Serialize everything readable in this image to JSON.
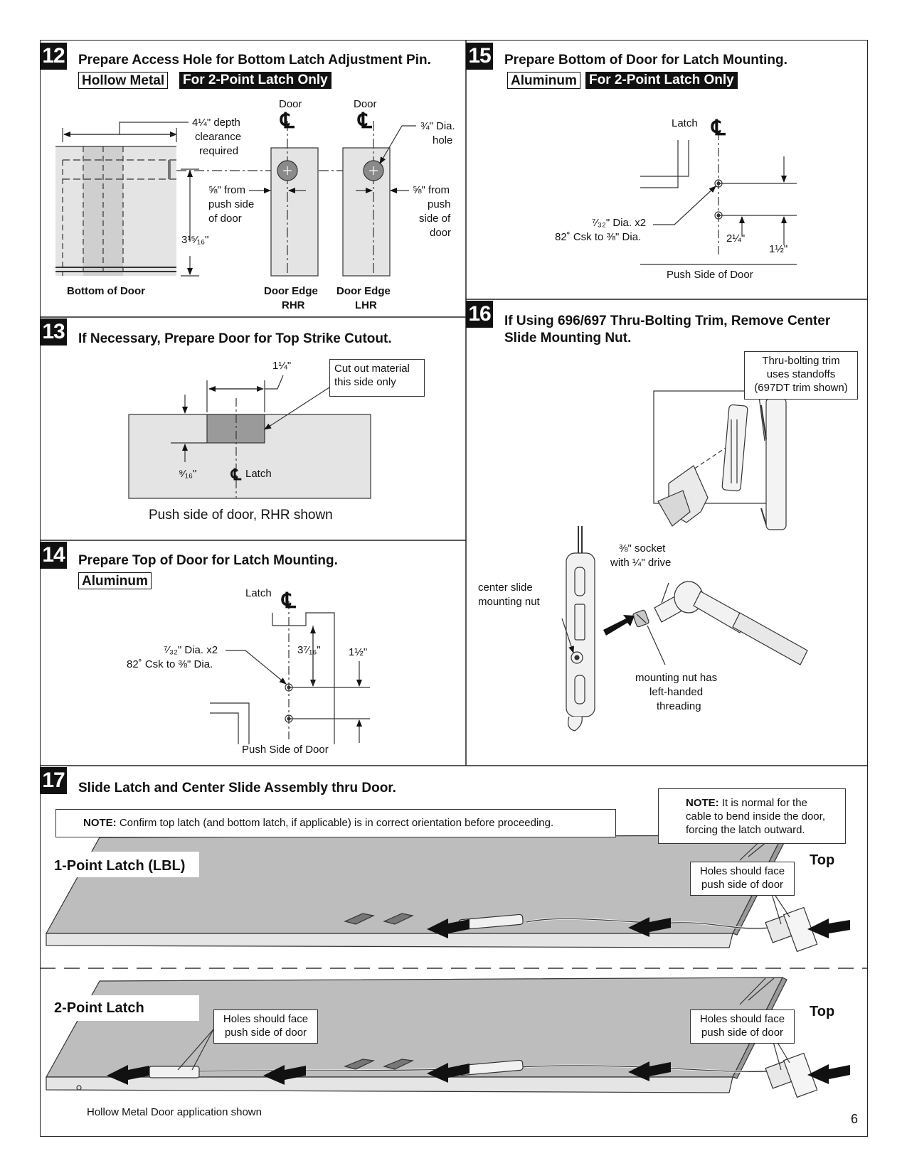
{
  "page_number": "6",
  "s12": {
    "num": "12",
    "title": "Prepare Access Hole for Bottom Latch Adjustment Pin.",
    "tag_outline": "Hollow Metal",
    "tag_filled": "For 2-Point Latch Only",
    "depth_label_1": "4¼\" depth",
    "depth_label_2": "clearance",
    "depth_label_3": "required",
    "height_label": "3¹⁵⁄₁₆\"",
    "door_cl_1": "Door",
    "door_cl_2": "Door",
    "from_push_a_1": "⅝\" from",
    "from_push_a_2": "push side",
    "from_push_a_3": "of door",
    "dia_hole_1": "¾\" Dia.",
    "dia_hole_2": "hole",
    "from_push_b_1": "⅝\" from",
    "from_push_b_2": "push",
    "from_push_b_3": "side of",
    "from_push_b_4": "door",
    "bottom_of_door": "Bottom of Door",
    "edge_rhr_1": "Door Edge",
    "edge_rhr_2": "RHR",
    "edge_lhr_1": "Door Edge",
    "edge_lhr_2": "LHR"
  },
  "s13": {
    "num": "13",
    "title": "If Necessary, Prepare Door for Top Strike Cutout.",
    "width_label": "1¼\"",
    "note_1": "Cut out material",
    "note_2": "this side only",
    "depth_label": "⁹⁄₁₆\"",
    "latch_label": "Latch",
    "caption": "Push side of door, RHR shown"
  },
  "s14": {
    "num": "14",
    "title": "Prepare Top of Door for Latch Mounting.",
    "tag_outline": "Aluminum",
    "latch_label": "Latch",
    "dia_1": "⁷⁄₃₂\" Dia. x2",
    "dia_2": "82˚ Csk to ⅜\" Dia.",
    "dim_a": "3⁷⁄₁₆\"",
    "dim_b": "1½\"",
    "push_side": "Push Side of Door"
  },
  "s15": {
    "num": "15",
    "title": "Prepare Bottom of Door for Latch Mounting.",
    "tag_outline": "Aluminum",
    "tag_filled": "For 2-Point Latch Only",
    "latch_label": "Latch",
    "dia_1": "⁷⁄₃₂\" Dia. x2",
    "dia_2": "82˚ Csk to ⅜\" Dia.",
    "dim_a": "2¼\"",
    "dim_b": "1½\"",
    "push_side": "Push Side of Door"
  },
  "s16": {
    "num": "16",
    "title_1": "If Using 696/697 Thru-Bolting Trim, Remove Center",
    "title_2": "Slide Mounting Nut.",
    "note_1": "Thru-bolting trim",
    "note_2": "uses standoffs",
    "note_3": "(697DT trim shown)",
    "socket_1": "⅜\" socket",
    "socket_2": "with ¼\" drive",
    "nut_1": "center slide",
    "nut_2": "mounting nut",
    "thread_1": "mounting nut has",
    "thread_2": "left-handed",
    "thread_3": "threading"
  },
  "s17": {
    "num": "17",
    "title": "Slide Latch and Center Slide Assembly thru Door.",
    "note_a_bold": "NOTE:",
    "note_a_text": "Confirm top latch (and bottom latch, if applicable) is in correct orientation before proceeding.",
    "note_b_bold": "NOTE:",
    "note_b_text_1": "It is normal for the",
    "note_b_text_2": "cable to bend inside the door,",
    "note_b_text_3": "forcing the latch outward.",
    "one_point": "1-Point Latch (LBL)",
    "two_point": "2-Point Latch",
    "top_1": "Top",
    "top_2": "Top",
    "holes_a_1": "Holes should face",
    "holes_a_2": "push side of door",
    "holes_b_1": "Holes should face",
    "holes_b_2": "push side of door",
    "holes_c_1": "Holes should face",
    "holes_c_2": "push side of door",
    "footer": "Hollow Metal Door application shown"
  }
}
